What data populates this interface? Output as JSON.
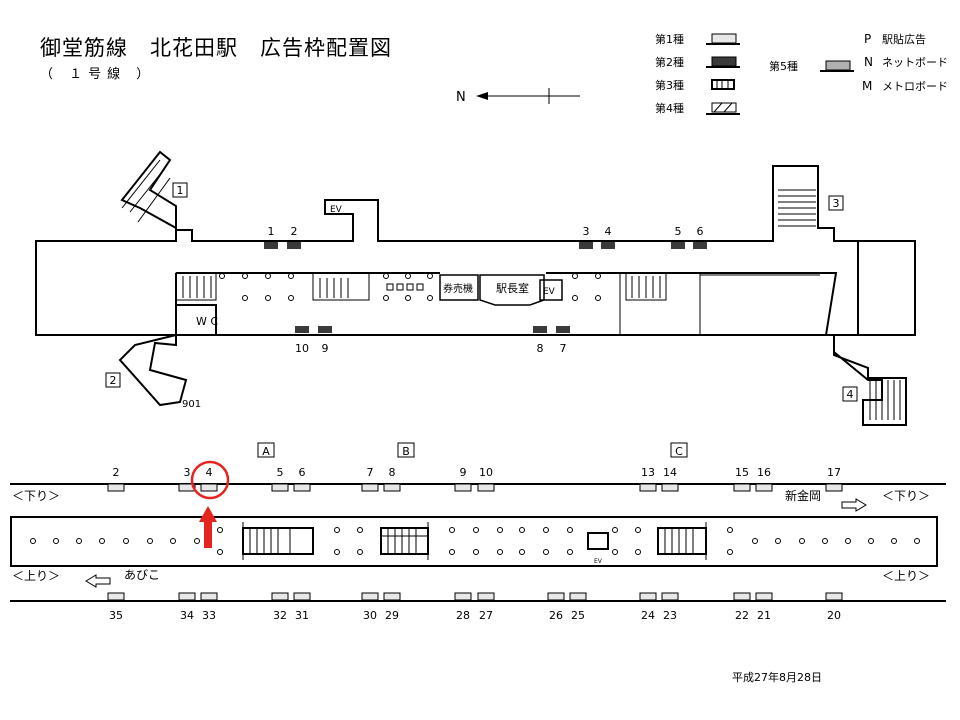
{
  "header": {
    "title": "御堂筋線　北花田駅　広告枠配置図",
    "subtitle": "（ １号線 ）"
  },
  "legend": {
    "types": [
      "第1種",
      "第2種",
      "第3種",
      "第4種",
      "第5種"
    ],
    "codes": [
      {
        "code": "P",
        "label": "駅貼広告"
      },
      {
        "code": "N",
        "label": "ネットボード"
      },
      {
        "code": "M",
        "label": "メトロボード"
      }
    ],
    "colors": {
      "type1": "#e8e8e8",
      "type2": "#3a3a3a",
      "type5": "#b0b0b0"
    }
  },
  "compass": {
    "label": "N"
  },
  "concourse": {
    "ticket_machine": "券売機",
    "station_office": "駅長室",
    "ev": "EV",
    "wc": "W C",
    "exits": [
      "1",
      "2",
      "3",
      "4"
    ],
    "exit_code": "901",
    "ads_top": [
      "1",
      "2",
      "3",
      "4",
      "5",
      "6"
    ],
    "ads_bottom": [
      "10",
      "9",
      "8",
      "7"
    ]
  },
  "platform": {
    "sections": [
      "A",
      "B",
      "C"
    ],
    "down_label": "＜下り＞",
    "up_label": "＜上り＞",
    "down_destination": "新金岡",
    "up_destination": "あびこ",
    "ev": "EV",
    "ads_top": [
      "2",
      "3",
      "4",
      "5",
      "6",
      "7",
      "8",
      "9",
      "10",
      "13",
      "14",
      "15",
      "16",
      "17"
    ],
    "ads_bottom": [
      "35",
      "34",
      "33",
      "32",
      "31",
      "30",
      "29",
      "28",
      "27",
      "26",
      "25",
      "24",
      "23",
      "22",
      "21",
      "20"
    ],
    "highlighted_ad": "4",
    "highlight_color": "#e52420"
  },
  "footer": {
    "date": "平成27年8月28日"
  }
}
